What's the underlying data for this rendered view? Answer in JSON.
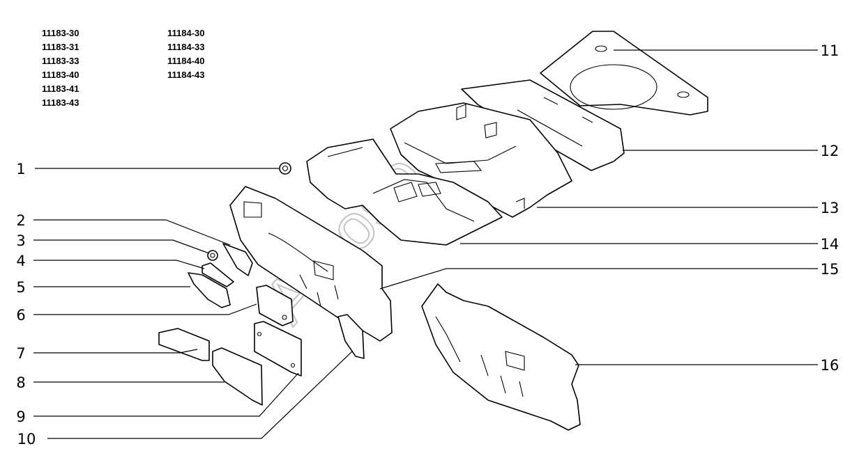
{
  "models": {
    "col1": [
      "11183-30",
      "11183-31",
      "11183-33",
      "11183-40",
      "11183-41",
      "11183-43"
    ],
    "col2": [
      "11184-30",
      "11184-33",
      "11184-40",
      "11184-43"
    ]
  },
  "callouts": [
    {
      "id": "1",
      "label": "1"
    },
    {
      "id": "2",
      "label": "2"
    },
    {
      "id": "3",
      "label": "3"
    },
    {
      "id": "4",
      "label": "4"
    },
    {
      "id": "5",
      "label": "5"
    },
    {
      "id": "6",
      "label": "6"
    },
    {
      "id": "7",
      "label": "7"
    },
    {
      "id": "8",
      "label": "8"
    },
    {
      "id": "9",
      "label": "9"
    },
    {
      "id": "10",
      "label": "10"
    },
    {
      "id": "11",
      "label": "11"
    },
    {
      "id": "12",
      "label": "12"
    },
    {
      "id": "13",
      "label": "13"
    },
    {
      "id": "14",
      "label": "14"
    },
    {
      "id": "15",
      "label": "15"
    },
    {
      "id": "16",
      "label": "16"
    }
  ],
  "watermark": "Autosoft",
  "colors": {
    "line": "#000000",
    "background": "#ffffff",
    "watermark": "#b5b5b5"
  }
}
